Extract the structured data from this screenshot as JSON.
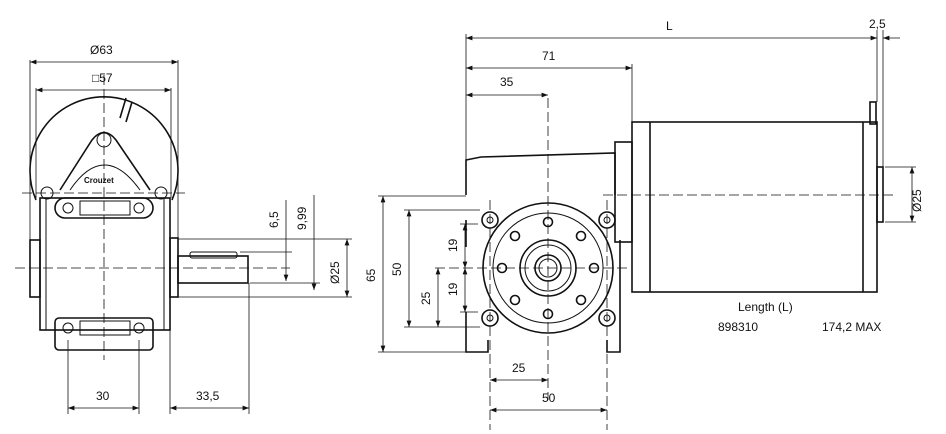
{
  "side_view": {
    "dim_outer_diameter": "Ø63",
    "dim_square": "□57",
    "dim_key_height": "6,5",
    "dim_shaft_flat": "9,99",
    "dim_hub_diameter": "Ø25",
    "dim_hole_spacing": "30",
    "dim_shaft_length": "33,5",
    "logo_text": "Crouzet"
  },
  "front_view": {
    "dim_length": "L",
    "dim_end_offset": "2,5",
    "dim_gearbox_length": "71",
    "dim_axis_offset": "35",
    "dim_height": "65",
    "dim_hole_vertical": "50",
    "dim_half_height": "25",
    "dim_upper_19": "19",
    "dim_lower_19": "19",
    "dim_half_width": "25",
    "dim_hole_horizontal": "50",
    "dim_motor_boss_diameter": "Ø25"
  },
  "length_table": {
    "header": "Length (L)",
    "rows": [
      {
        "part_number": "898310",
        "length": "174,2 MAX"
      }
    ]
  }
}
